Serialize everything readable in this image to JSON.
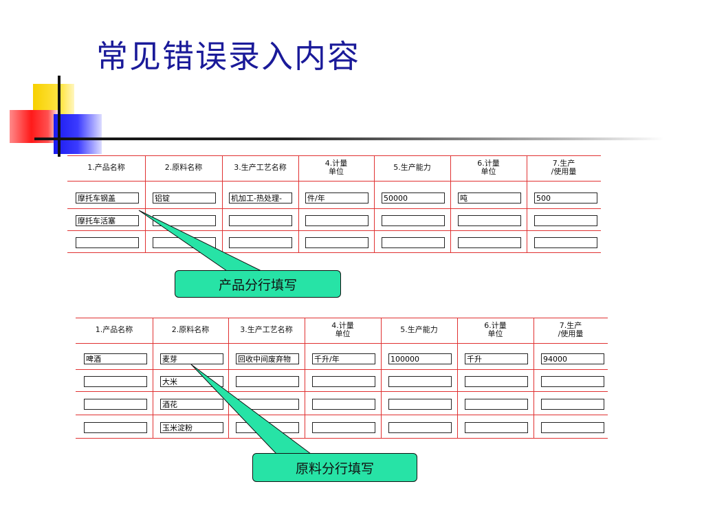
{
  "title": "常见错误录入内容",
  "tables": [
    {
      "headers": [
        {
          "line1": "1.产品名称",
          "line2": ""
        },
        {
          "line1": "2.原料名称",
          "line2": ""
        },
        {
          "line1": "3.生产工艺名称",
          "line2": ""
        },
        {
          "line1": "4.计量",
          "line2": "单位"
        },
        {
          "line1": "5.生产能力",
          "line2": ""
        },
        {
          "line1": "6.计量",
          "line2": "单位"
        },
        {
          "line1": "7.生产",
          "line2": "/使用量"
        }
      ],
      "rows": [
        [
          "摩托车钢盖",
          "铝锭",
          "机加工-热处理-",
          "件/年",
          "50000",
          "吨",
          "500"
        ],
        [
          "摩托车活塞",
          "",
          "",
          "",
          "",
          "",
          ""
        ],
        [
          "",
          "",
          "",
          "",
          "",
          "",
          ""
        ]
      ],
      "callout": "产品分行填写"
    },
    {
      "headers": [
        {
          "line1": "1.产品名称",
          "line2": ""
        },
        {
          "line1": "2.原料名称",
          "line2": ""
        },
        {
          "line1": "3.生产工艺名称",
          "line2": ""
        },
        {
          "line1": "4.计量",
          "line2": "单位"
        },
        {
          "line1": "5.生产能力",
          "line2": ""
        },
        {
          "line1": "6.计量",
          "line2": "单位"
        },
        {
          "line1": "7.生产",
          "line2": "/使用量"
        }
      ],
      "rows": [
        [
          "啤酒",
          "麦芽",
          "回收中间废弃物",
          "千升/年",
          "100000",
          "千升",
          "94000"
        ],
        [
          "",
          "大米",
          "",
          "",
          "",
          "",
          ""
        ],
        [
          "",
          "酒花",
          "",
          "",
          "",
          "",
          ""
        ],
        [
          "",
          "玉米淀粉",
          "",
          "",
          "",
          "",
          ""
        ]
      ],
      "callout": "原料分行填写"
    }
  ],
  "colors": {
    "title": "#1a1a99",
    "grid_line": "#e03030",
    "callout_fill": "#27e3a6"
  }
}
